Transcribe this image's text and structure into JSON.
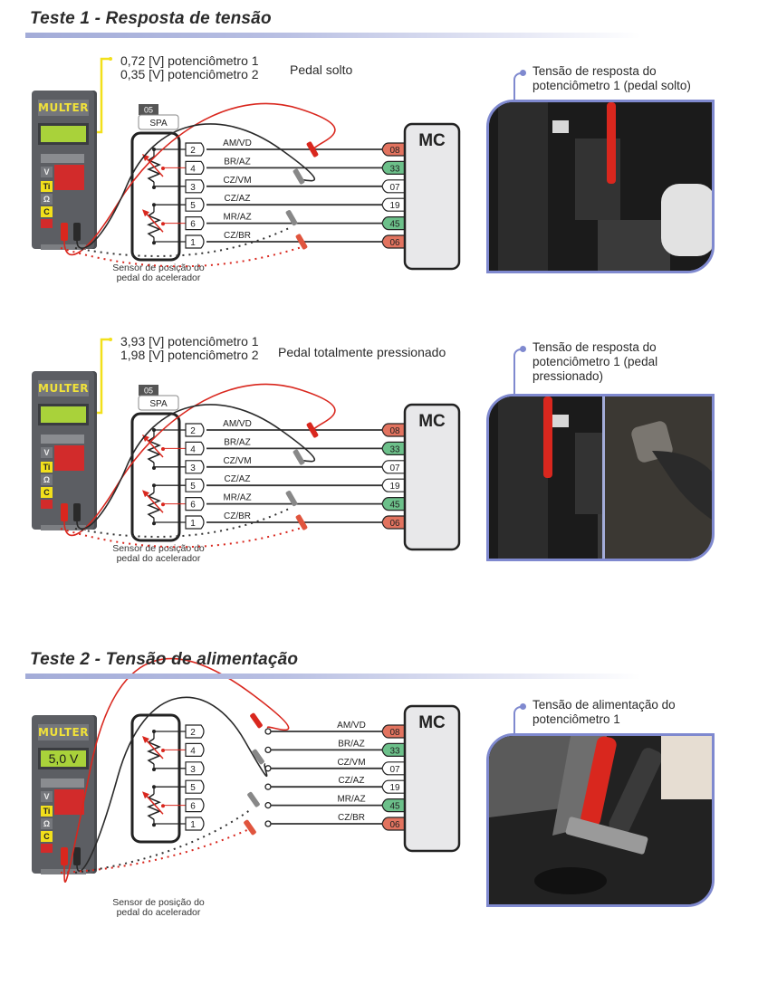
{
  "test1": {
    "title": "Teste 1 - Resposta de tensão",
    "panels": [
      {
        "readings": [
          "0,72 [V] potenciômetro 1",
          "0,35 [V] potenciômetro 2"
        ],
        "condition": "Pedal solto",
        "photo_caption": "Tensão de resposta do potenciômetro 1 (pedal solto)"
      },
      {
        "readings": [
          "3,93 [V] potenciômetro 1",
          "1,98 [V] potenciômetro 2"
        ],
        "condition": "Pedal totalmente pressionado",
        "photo_caption": "Tensão de resposta do potenciômetro 1 (pedal pressionado)"
      }
    ]
  },
  "test2": {
    "title": "Teste 2 - Tensão de alimentação",
    "display_value": "5,0 V",
    "photo_caption": "Tensão de alimentação do potenciômetro 1"
  },
  "meter": {
    "brand": "MULTER",
    "keys": [
      "V",
      "Ti",
      "Ω",
      "C"
    ]
  },
  "sensor": {
    "connector_number": "05",
    "connector_name": "SPA",
    "caption": "Sensor de posição do pedal do acelerador"
  },
  "ecu": {
    "label": "MC"
  },
  "wires": [
    {
      "sensor_pin": "2",
      "color_code": "AM/VD",
      "ecu_pin": "08",
      "tag_color": "#e2735f"
    },
    {
      "sensor_pin": "4",
      "color_code": "BR/AZ",
      "ecu_pin": "33",
      "tag_color": "#6cc08a"
    },
    {
      "sensor_pin": "3",
      "color_code": "CZ/VM",
      "ecu_pin": "07",
      "tag_color": "#ffffff"
    },
    {
      "sensor_pin": "5",
      "color_code": "CZ/AZ",
      "ecu_pin": "19",
      "tag_color": "#ffffff"
    },
    {
      "sensor_pin": "6",
      "color_code": "MR/AZ",
      "ecu_pin": "45",
      "tag_color": "#6cc08a"
    },
    {
      "sensor_pin": "1",
      "color_code": "CZ/BR",
      "ecu_pin": "06",
      "tag_color": "#e2735f"
    }
  ],
  "colors": {
    "accent": "#7f89cf",
    "probe_red": "#d9271e",
    "probe_black": "#2a2a2a",
    "meter_body": "#5c5e63",
    "meter_brand": "#f1e23a",
    "meter_screen": "#a9d23a",
    "reading_pointer": "#f2e01b"
  }
}
